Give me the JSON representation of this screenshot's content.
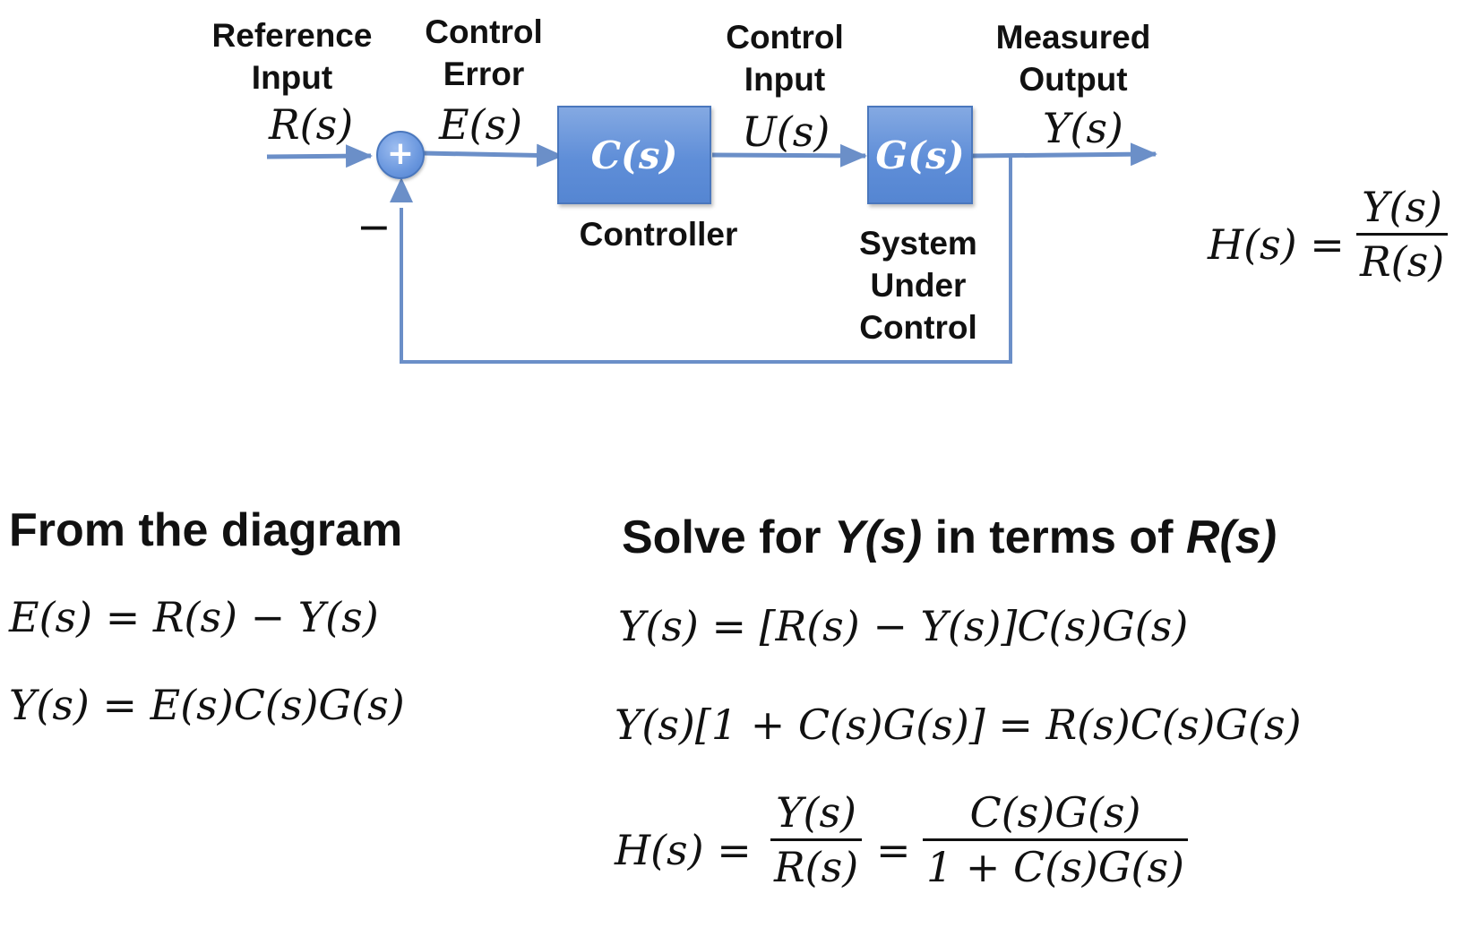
{
  "diagram": {
    "labels": {
      "reference_input": "Reference\nInput",
      "control_error": "Control\nError",
      "control_input": "Control\nInput",
      "measured_output": "Measured\nOutput",
      "controller": "Controller",
      "system_under_control": "System\nUnder\nControl"
    },
    "signals": {
      "r": "R(s)",
      "e": "E(s)",
      "u": "U(s)",
      "y": "Y(s)"
    },
    "blocks": {
      "controller": "C(s)",
      "plant": "G(s)"
    },
    "summer_sign_plus": "+",
    "summer_sign_minus": "−",
    "colors": {
      "line": "#6b8fc8",
      "block": "#5f8ed8",
      "text": "#111111"
    }
  },
  "transfer": {
    "lhs": "H(s) =",
    "num": "Y(s)",
    "den": "R(s)"
  },
  "left": {
    "heading": "From the diagram",
    "eq1": "E(s) = R(s) − Y(s)",
    "eq2": "Y(s) = E(s)C(s)G(s)"
  },
  "right": {
    "heading_prefix": "Solve for ",
    "heading_y": "Y(s)",
    "heading_mid": " in terms of ",
    "heading_r": "R(s)",
    "eq1": "Y(s) = [R(s) − Y(s)]C(s)G(s)",
    "eq2": "Y(s)[1 + C(s)G(s)] = R(s)C(s)G(s)",
    "eq3_lhs": "H(s) =",
    "eq3_num1": "Y(s)",
    "eq3_den1": "R(s)",
    "eq3_eq": "=",
    "eq3_num2": "C(s)G(s)",
    "eq3_den2": "1 + C(s)G(s)"
  }
}
